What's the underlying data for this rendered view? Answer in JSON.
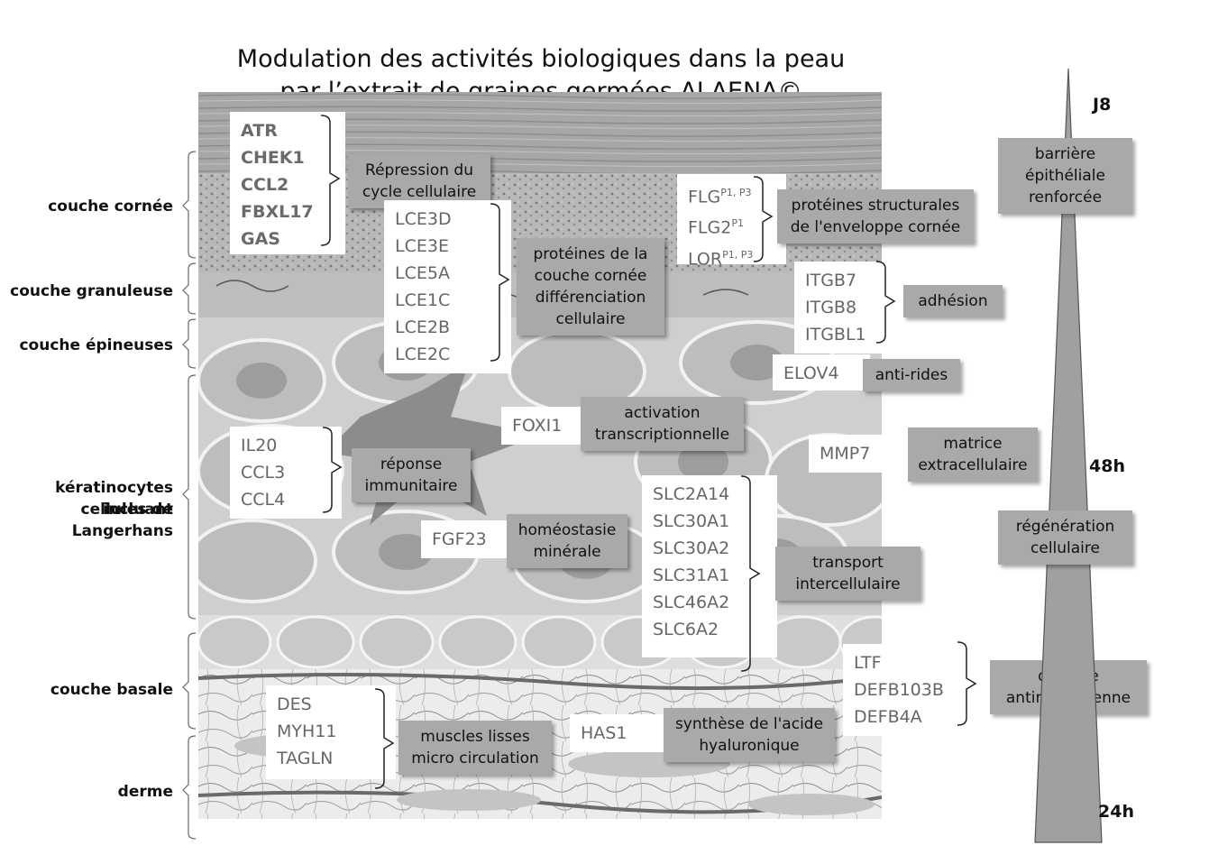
{
  "title": {
    "line1": "Modulation des activités biologiques dans la peau",
    "line2": "par l’extrait de graines germées ALAENA©"
  },
  "layers": [
    "couche cornée",
    "couche granuleuse",
    "couche épineuses",
    "kératinocytes incluant",
    "cellules de Langerhans",
    "couche basale",
    "derme"
  ],
  "gene_groups": {
    "cycle": [
      "ATR",
      "CHEK1",
      "CCL2",
      "FBXL17",
      "GAS"
    ],
    "lce": [
      "LCE3D",
      "LCE3E",
      "LCE5A",
      "LCE1C",
      "LCE2B",
      "LCE2C"
    ],
    "envelope": [
      {
        "name": "FLG",
        "sup": "P1, P3"
      },
      {
        "name": "FLG2",
        "sup": "P1"
      },
      {
        "name": "LOR",
        "sup": "P1, P3"
      }
    ],
    "adhesion": [
      "ITGB7",
      "ITGB8",
      "ITGBL1"
    ],
    "elov": "ELOV4",
    "foxi": "FOXI1",
    "immune": [
      "IL20",
      "CCL3",
      "CCL4"
    ],
    "mmp": "MMP7",
    "fgf": "FGF23",
    "transport": [
      "SLC2A14",
      "SLC30A1",
      "SLC30A2",
      "SLC31A1",
      "SLC46A2",
      "SLC6A2"
    ],
    "antimicrobial": [
      "LTF",
      "DEFB103B",
      "DEFB4A"
    ],
    "muscle": [
      "DES",
      "MYH11",
      "TAGLN"
    ],
    "has": "HAS1"
  },
  "activities": {
    "cycle": [
      "Répression du",
      "cycle cellulaire"
    ],
    "lce": [
      "protéines de la",
      "couche cornée",
      "différenciation",
      "cellulaire"
    ],
    "envelope": [
      "protéines structurales",
      "de l'enveloppe cornée"
    ],
    "adhesion": [
      "adhésion"
    ],
    "antiwrinkle": [
      "anti-rides"
    ],
    "transcription": [
      "activation",
      "transcriptionnelle"
    ],
    "immune": [
      "réponse",
      "immunitaire"
    ],
    "matrix": [
      "matrice",
      "extracellulaire"
    ],
    "mineral": [
      "homéostasie",
      "minérale"
    ],
    "transport": [
      "transport",
      "intercellulaire"
    ],
    "antimicrobial": [
      "défense",
      "antimicrobienne"
    ],
    "muscle": [
      "muscles lisses",
      "micro circulation"
    ],
    "hyaluronic": [
      "synthèse de l'acide",
      "hyaluronique"
    ]
  },
  "timeline": {
    "labels": [
      "J8",
      "48h",
      "24h"
    ],
    "effects": [
      [
        "barrière",
        "épithéliale",
        "renforcée"
      ],
      [
        "régénération",
        "cellulaire"
      ]
    ]
  },
  "colors": {
    "activity_box": "#a9a9a9",
    "gene_text": "#666666",
    "triangle": "#a0a0a0"
  }
}
